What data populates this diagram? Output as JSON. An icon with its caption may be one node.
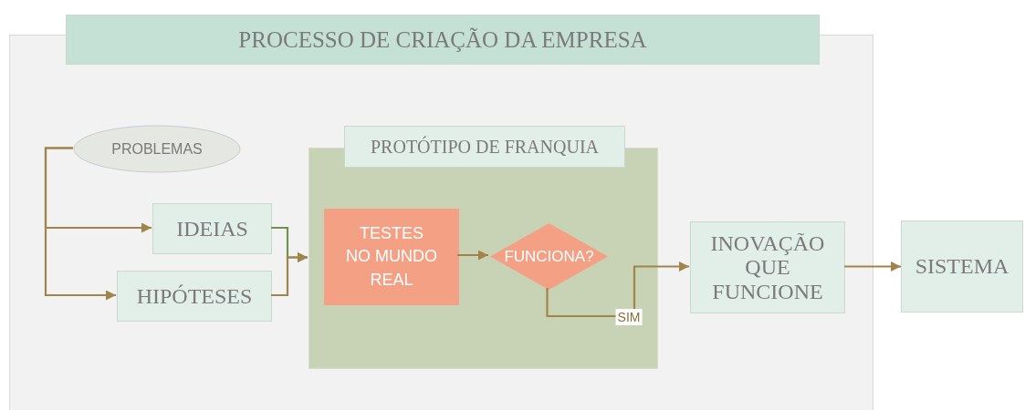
{
  "diagram": {
    "nodes": [
      {
        "text": [
          "PROCESSO DE CRIAÇÃO DA EMPRESA"
        ]
      },
      {
        "text": [
          "PROBLEMAS"
        ],
        "in": 0
      },
      {
        "text": [
          "IDEIAS"
        ],
        "in": 0
      },
      {
        "text": [
          "HIPÓTESES"
        ],
        "in": 0
      },
      {
        "text": [
          "PROTÓTIPO DE FRANQUIA"
        ],
        "in": 0
      },
      {
        "text": [
          "TESTES NO MUNDO REAL"
        ],
        "in": 4
      },
      {
        "text": [
          "FUNCIONA?"
        ],
        "in": 4
      },
      {
        "text": [
          "INOVAÇÃO QUE FUNCIONE"
        ],
        "in": 0
      },
      {
        "text": [
          "SISTEMA"
        ]
      }
    ],
    "edges": [
      {
        "from": 1,
        "to": 2,
        "arrow": "to"
      },
      {
        "from": 1,
        "to": 3,
        "arrow": "to"
      },
      {
        "from": 2,
        "to": 4,
        "arrow": "to",
        "color": "#76904f"
      },
      {
        "from": 3,
        "to": 4,
        "arrow": "to"
      },
      {
        "from": 5,
        "to": 6,
        "arrow": "to"
      },
      {
        "from": 6,
        "to": 7,
        "arrow": "to",
        "label": "SIM"
      },
      {
        "from": 7,
        "to": 8,
        "arrow": "to"
      }
    ]
  }
}
